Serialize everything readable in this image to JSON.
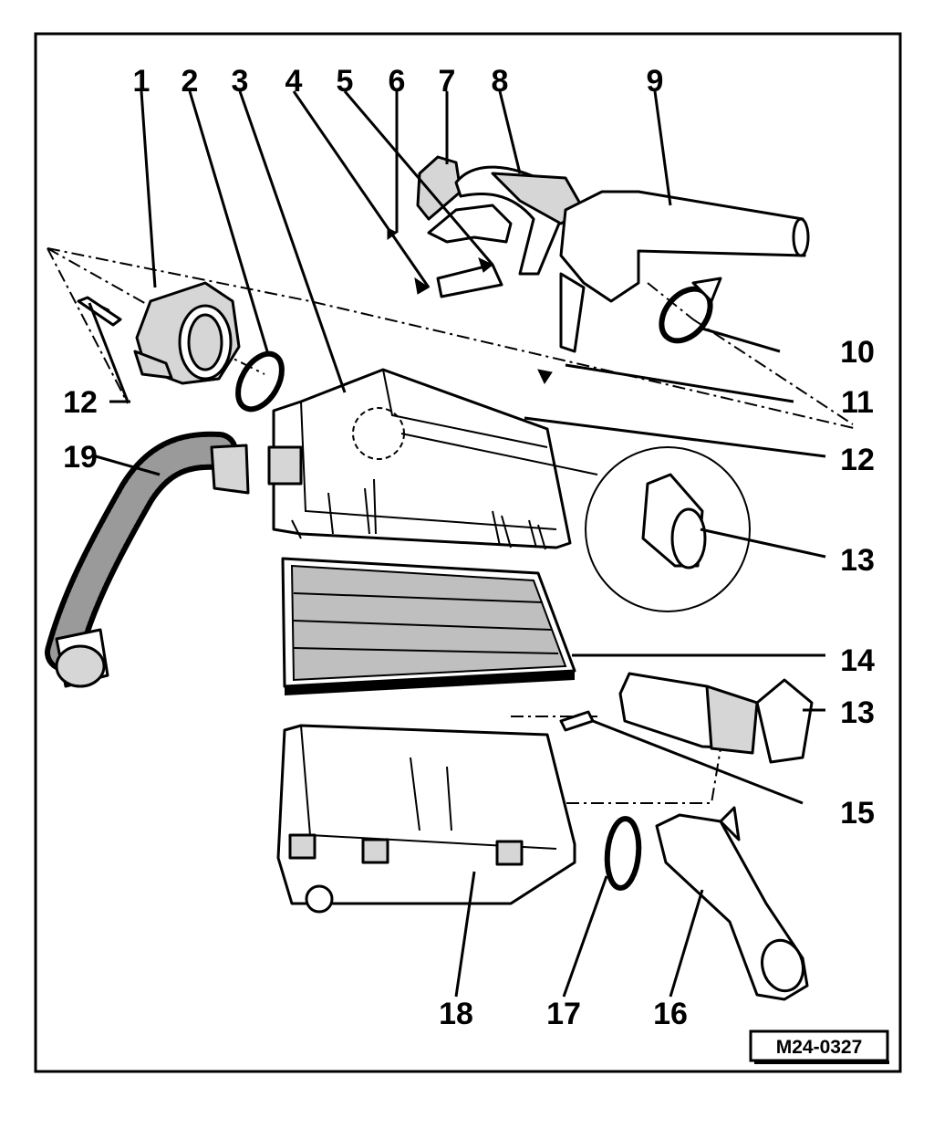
{
  "diagram": {
    "reference_code": "M24-0327",
    "callouts": {
      "c1": "1",
      "c2": "2",
      "c3": "3",
      "c4": "4",
      "c5": "5",
      "c6": "6",
      "c7": "7",
      "c8": "8",
      "c9": "9",
      "c10": "10",
      "c11": "11",
      "c12a": "12",
      "c12b": "12",
      "c13a": "13",
      "c13b": "13",
      "c14": "14",
      "c15": "15",
      "c16": "16",
      "c17": "17",
      "c18": "18",
      "c19": "19"
    }
  }
}
